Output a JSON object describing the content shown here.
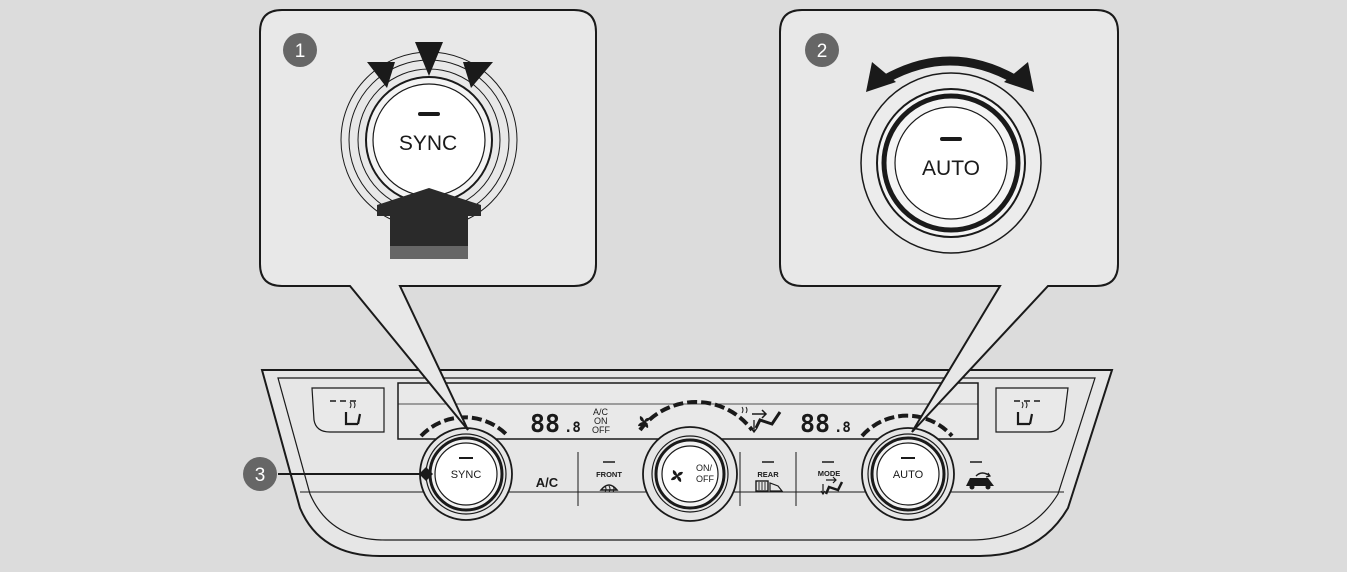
{
  "colors": {
    "background": "#dcdcdc",
    "panel": "#e6e6e6",
    "callout_fill": "#e8e8e8",
    "stroke": "#1a1a1a",
    "marker": "#666666",
    "arrow": "#2a2a2a"
  },
  "callouts": [
    {
      "number": "1",
      "button_label": "SYNC",
      "action": "press"
    },
    {
      "number": "2",
      "button_label": "AUTO",
      "action": "rotate"
    }
  ],
  "marker3": {
    "number": "3"
  },
  "panel": {
    "sync_knob_label": "SYNC",
    "ac_button_label": "A/C",
    "front_button_label": "FRONT",
    "fan_knob_label_top": "ON/",
    "fan_knob_label_bottom": "OFF",
    "rear_button_label": "REAR",
    "mode_button_label": "MODE",
    "auto_knob_label": "AUTO",
    "display": {
      "left_temp": "88",
      "left_temp_decimal": ".8",
      "ac_line1": "A/C",
      "ac_line2": "ON",
      "ac_line3": "OFF",
      "right_temp": "88",
      "right_temp_decimal": ".8"
    },
    "icons": [
      "left-seat-heater-icon",
      "right-seat-heater-icon",
      "front-defrost-icon",
      "rear-defrost-icon",
      "mode-airflow-icon",
      "fan-icon",
      "recirculation-icon"
    ]
  }
}
